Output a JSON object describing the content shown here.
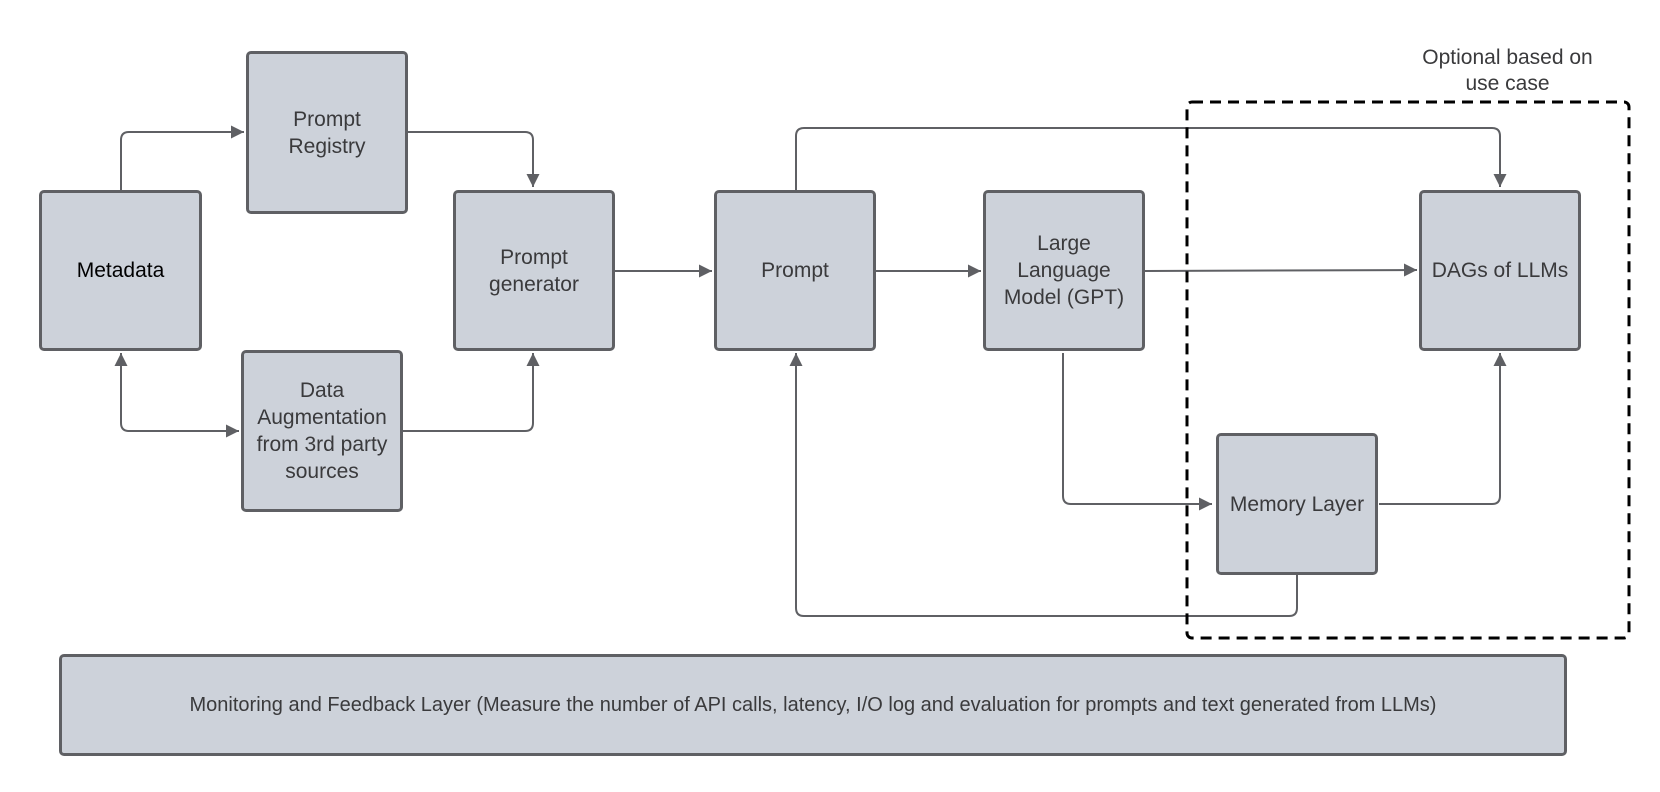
{
  "nodes": {
    "metadata": "Metadata",
    "prompt_registry": "Prompt\nRegistry",
    "data_augmentation": "Data\nAugmentation\nfrom 3rd party\nsources",
    "prompt_generator": "Prompt\ngenerator",
    "prompt": "Prompt",
    "llm": "Large\nLanguage\nModel (GPT)",
    "dags": "DAGs of LLMs",
    "memory_layer": "Memory Layer",
    "monitoring": "Monitoring and Feedback Layer (Measure the number of API calls, latency, I/O log and evaluation for prompts and text generated from LLMs)"
  },
  "optional_region": {
    "label": "Optional based on\nuse case"
  },
  "colors": {
    "box_fill": "#cdd2da",
    "box_border": "#5f6064",
    "connector": "#5f6064",
    "text": "#3a3a3c",
    "dashed_border": "#000000"
  }
}
